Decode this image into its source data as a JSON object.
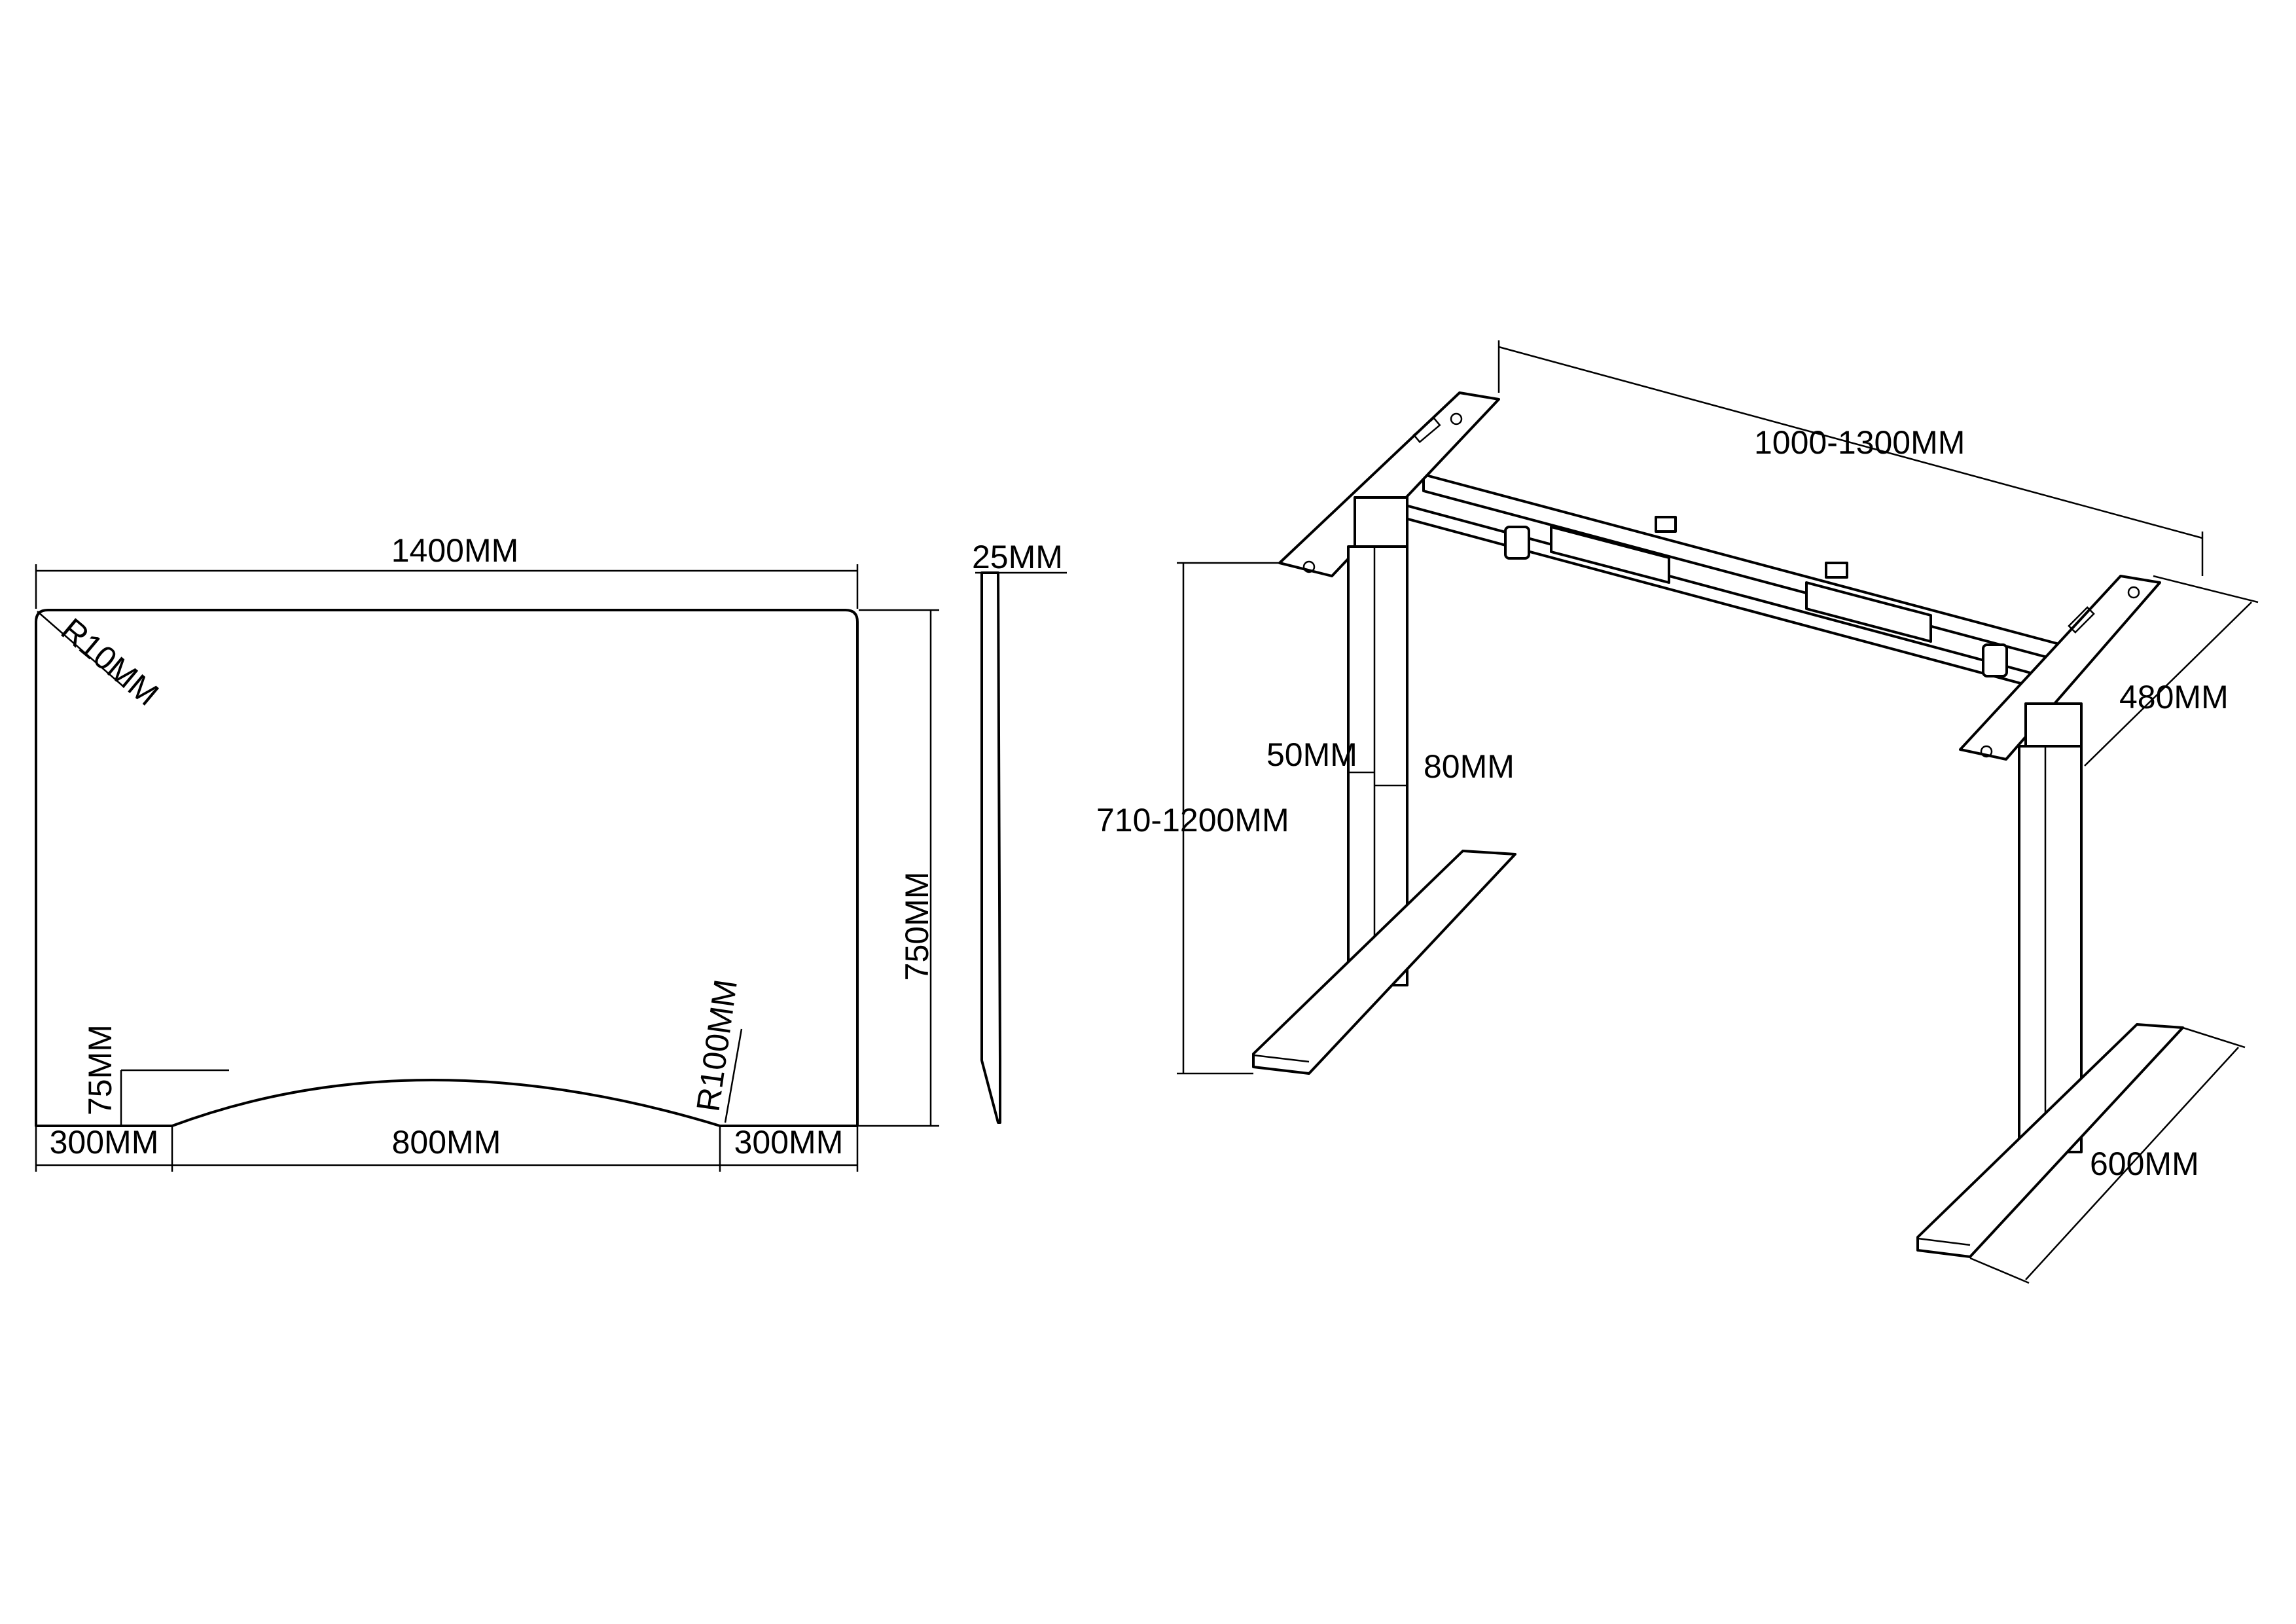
{
  "tabletop": {
    "width": "1400MM",
    "depth": "750MM",
    "corner_radius": "R10MM",
    "cutout_radius": "R100MM",
    "cutout_depth": "75MM",
    "left_margin": "300MM",
    "cutout_width": "800MM",
    "right_margin": "300MM"
  },
  "thickness": {
    "value": "25MM"
  },
  "frame": {
    "width_range": "1000-1300MM",
    "crossbar_depth": "480MM",
    "height_range": "710-1200MM",
    "column_small": "50MM",
    "column_large": "80MM",
    "foot_length": "600MM"
  }
}
